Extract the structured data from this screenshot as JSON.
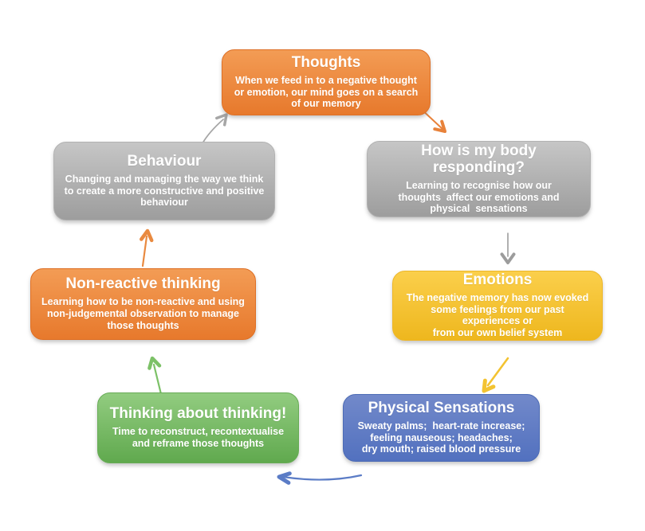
{
  "diagram": {
    "background": "#ffffff",
    "boxes": [
      {
        "id": "thoughts",
        "title": "Thoughts",
        "body": "When we feed in to a negative thought\nor emotion, our mind goes on a search\nof our memory",
        "colors": {
          "top": "#F39C55",
          "bottom": "#E7792C",
          "border": "#DE6F25",
          "text": "#FFFFFF"
        }
      },
      {
        "id": "body-responding",
        "title": "How is my body responding?",
        "body": "Learning to recognise how our\nthoughts  affect our emotions and\nphysical  sensations",
        "colors": {
          "top": "#C6C6C6",
          "bottom": "#9D9D9D",
          "border": "#B2B2B2",
          "text": "#FFFFFF"
        }
      },
      {
        "id": "emotions",
        "title": "Emotions",
        "body": "The negative memory has now evoked\nsome feelings from our past experiences or\nfrom our own belief system",
        "colors": {
          "top": "#FBCF4B",
          "bottom": "#EEB71E",
          "border": "#ECB62A",
          "text": "#FFFFFF"
        }
      },
      {
        "id": "physical-sensations",
        "title": "Physical Sensations",
        "body": "Sweaty palms;  heart-rate increase;\nfeeling nauseous; headaches;\ndry mouth; raised blood pressure",
        "colors": {
          "top": "#7289CA",
          "bottom": "#5271BF",
          "border": "#4C6BB5",
          "text": "#FFFFFF"
        }
      },
      {
        "id": "thinking-about-thinking",
        "title": "Thinking about thinking!",
        "body": "Time to reconstruct, recontextualise\nand reframe those thoughts",
        "colors": {
          "top": "#92CC80",
          "bottom": "#60A94E",
          "border": "#67AC56",
          "text": "#FFFFFF"
        }
      },
      {
        "id": "non-reactive-thinking",
        "title": "Non-reactive thinking",
        "body": "Learning how to be non-reactive and using\nnon-judgemental observation to manage\nthose thoughts",
        "colors": {
          "top": "#F39C55",
          "bottom": "#E7792C",
          "border": "#DE6F25",
          "text": "#FFFFFF"
        }
      },
      {
        "id": "behaviour",
        "title": "Behaviour",
        "body": "Changing and managing the way we think\nto create a more constructive and positive\nbehaviour",
        "colors": {
          "top": "#C6C6C6",
          "bottom": "#9D9D9D",
          "border": "#B2B2B2",
          "text": "#FFFFFF"
        }
      }
    ],
    "arrows": [
      {
        "id": "thoughts-to-body-responding",
        "color": "#E8823A"
      },
      {
        "id": "body-responding-to-emotions",
        "color": "#9C9C9C"
      },
      {
        "id": "emotions-to-physical-sensations",
        "color": "#F3C331"
      },
      {
        "id": "physical-sensations-to-thinking",
        "color": "#5B7CC6"
      },
      {
        "id": "thinking-to-non-reactive",
        "color": "#7CC167"
      },
      {
        "id": "non-reactive-to-behaviour",
        "color": "#E98A40"
      },
      {
        "id": "behaviour-to-thoughts",
        "color": "#A6A6A6"
      }
    ]
  }
}
